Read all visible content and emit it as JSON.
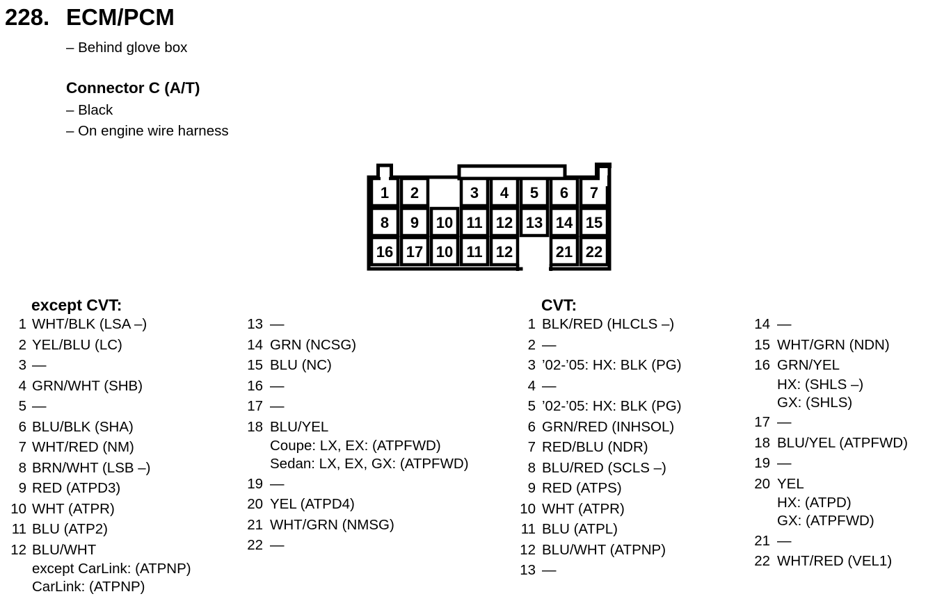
{
  "colors": {
    "ink": "#000000",
    "paper": "#ffffff"
  },
  "title": {
    "number": "228.",
    "name": "ECM/PCM"
  },
  "subtitle": "– Behind glove box",
  "connector": {
    "heading": "Connector C (A/T)",
    "notes": [
      "– Black",
      "– On engine wire harness"
    ],
    "rows": [
      [
        "1",
        "2",
        "",
        "3",
        "4",
        "5",
        "6",
        "7"
      ],
      [
        "8",
        "9",
        "10",
        "11",
        "12",
        "13",
        "14",
        "15"
      ],
      [
        "16",
        "17",
        "10",
        "11",
        "12",
        "",
        "21",
        "22"
      ]
    ]
  },
  "except_cvt": {
    "header": "except CVT:",
    "col1": [
      {
        "num": "1",
        "text": "WHT/BLK (LSA –)"
      },
      {
        "num": "2",
        "text": "YEL/BLU (LC)"
      },
      {
        "num": "3",
        "text": "—"
      },
      {
        "num": "4",
        "text": "GRN/WHT (SHB)"
      },
      {
        "num": "5",
        "text": "—"
      },
      {
        "num": "6",
        "text": "BLU/BLK (SHA)"
      },
      {
        "num": "7",
        "text": "WHT/RED (NM)"
      },
      {
        "num": "8",
        "text": "BRN/WHT (LSB –)"
      },
      {
        "num": "9",
        "text": "RED (ATPD3)"
      },
      {
        "num": "10",
        "text": "WHT (ATPR)"
      },
      {
        "num": "11",
        "text": "BLU (ATP2)"
      },
      {
        "num": "12",
        "text": "BLU/WHT",
        "sub": [
          "except CarLink: (ATPNP)",
          "CarLink: (ATPNP)"
        ]
      }
    ],
    "col2": [
      {
        "num": "13",
        "text": "—"
      },
      {
        "num": "14",
        "text": "GRN (NCSG)"
      },
      {
        "num": "15",
        "text": "BLU (NC)"
      },
      {
        "num": "16",
        "text": "—"
      },
      {
        "num": "17",
        "text": "—"
      },
      {
        "num": "18",
        "text": "BLU/YEL",
        "sub": [
          "Coupe: LX, EX: (ATPFWD)",
          "Sedan: LX, EX, GX: (ATPFWD)"
        ]
      },
      {
        "num": "19",
        "text": "—"
      },
      {
        "num": "20",
        "text": "YEL (ATPD4)"
      },
      {
        "num": "21",
        "text": "WHT/GRN (NMSG)"
      },
      {
        "num": "22",
        "text": "—"
      }
    ]
  },
  "cvt": {
    "header": "CVT:",
    "col1": [
      {
        "num": "1",
        "text": "BLK/RED (HLCLS –)"
      },
      {
        "num": "2",
        "text": "—"
      },
      {
        "num": "3",
        "text": "’02-’05: HX: BLK (PG)"
      },
      {
        "num": "4",
        "text": "—"
      },
      {
        "num": "5",
        "text": "’02-’05: HX: BLK (PG)"
      },
      {
        "num": "6",
        "text": "GRN/RED (INHSOL)"
      },
      {
        "num": "7",
        "text": "RED/BLU (NDR)"
      },
      {
        "num": "8",
        "text": "BLU/RED (SCLS –)"
      },
      {
        "num": "9",
        "text": "RED (ATPS)"
      },
      {
        "num": "10",
        "text": "WHT (ATPR)"
      },
      {
        "num": "11",
        "text": "BLU (ATPL)"
      },
      {
        "num": "12",
        "text": "BLU/WHT (ATPNP)"
      },
      {
        "num": "13",
        "text": "—"
      }
    ],
    "col2": [
      {
        "num": "14",
        "text": "—"
      },
      {
        "num": "15",
        "text": "WHT/GRN (NDN)"
      },
      {
        "num": "16",
        "text": "GRN/YEL",
        "sub": [
          "HX: (SHLS –)",
          "GX: (SHLS)"
        ]
      },
      {
        "num": "17",
        "text": "—"
      },
      {
        "num": "18",
        "text": "BLU/YEL (ATPFWD)"
      },
      {
        "num": "19",
        "text": "—"
      },
      {
        "num": "20",
        "text": "YEL",
        "sub": [
          "HX: (ATPD)",
          "GX: (ATPFWD)"
        ]
      },
      {
        "num": "21",
        "text": "—"
      },
      {
        "num": "22",
        "text": "WHT/RED (VEL1)"
      }
    ]
  }
}
